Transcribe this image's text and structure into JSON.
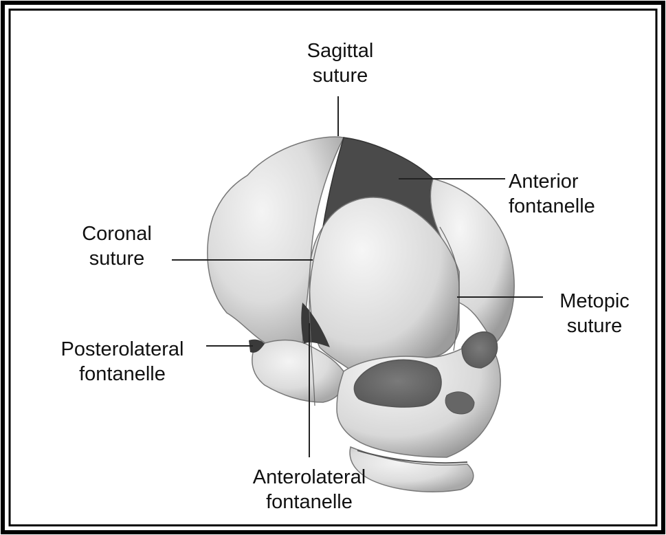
{
  "labels": {
    "sagittal": [
      "Sagittal",
      "suture"
    ],
    "anterior_fontanelle": [
      "Anterior",
      "fontanelle"
    ],
    "coronal": [
      "Coronal",
      "suture"
    ],
    "metopic": [
      "Metopic",
      "suture"
    ],
    "posterolateral": [
      "Posterolateral",
      "fontanelle"
    ],
    "anterolateral": [
      "Anterolateral",
      "fontanelle"
    ]
  }
}
